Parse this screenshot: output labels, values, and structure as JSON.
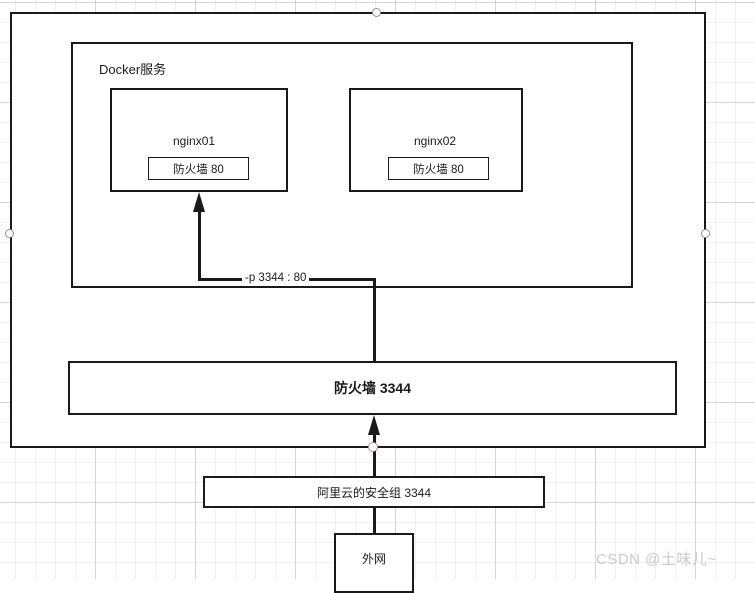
{
  "diagram": {
    "outer_host": {
      "name": "host-boundary"
    },
    "docker": {
      "title": "Docker服务",
      "containers": [
        {
          "name": "nginx01",
          "inner_label": "防火墙  80"
        },
        {
          "name": "nginx02",
          "inner_label": "防火墙  80"
        }
      ]
    },
    "connector": {
      "port_mapping_label": "-p 3344 : 80"
    },
    "host_firewall": {
      "label": "防火墙   3344"
    },
    "security_group": {
      "label": "阿里云的安全组   3344"
    },
    "external_network": {
      "label": "外网"
    }
  },
  "watermark": {
    "text": "CSDN @土味儿~"
  },
  "colors": {
    "stroke": "#1a1a1a",
    "box_fill": "#ffffff",
    "grid_minor": "#b4b4b9",
    "grid_major": "#96969e",
    "watermark": "#c9c9cf",
    "handle_border": "#9a8f95",
    "endpoint_handle_border": "#c08a95"
  }
}
